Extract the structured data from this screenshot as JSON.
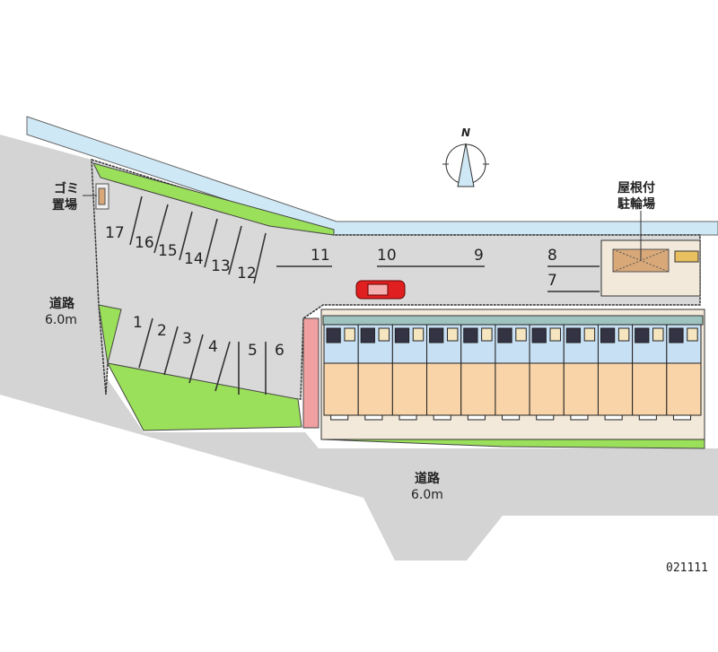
{
  "site_plan": {
    "labels": {
      "garbage_line1": "ゴミ",
      "garbage_line2": "置場",
      "road_left_line1": "道路",
      "road_left_line2": "6.0m",
      "road_bottom_line1": "道路",
      "road_bottom_line2": "6.0m",
      "bike_line1": "屋根付",
      "bike_line2": "駐輪場",
      "compass_north": "N",
      "map_code": "021111"
    },
    "parking_spaces": [
      "1",
      "2",
      "3",
      "4",
      "5",
      "6",
      "7",
      "8",
      "9",
      "10",
      "11",
      "12",
      "13",
      "14",
      "15",
      "16",
      "17"
    ],
    "unit_count": 11,
    "colors": {
      "road": "#d4d4d4",
      "lot": "#d9d9d9",
      "river": "#cfe8f5",
      "green": "#9be05a",
      "building_top": "#c8e0f4",
      "building_bottom": "#f8d4a8",
      "walkway": "#f3e9da",
      "pink": "#f0a0a0",
      "car": "#e02020",
      "bike_roof": "#d8a878"
    }
  }
}
